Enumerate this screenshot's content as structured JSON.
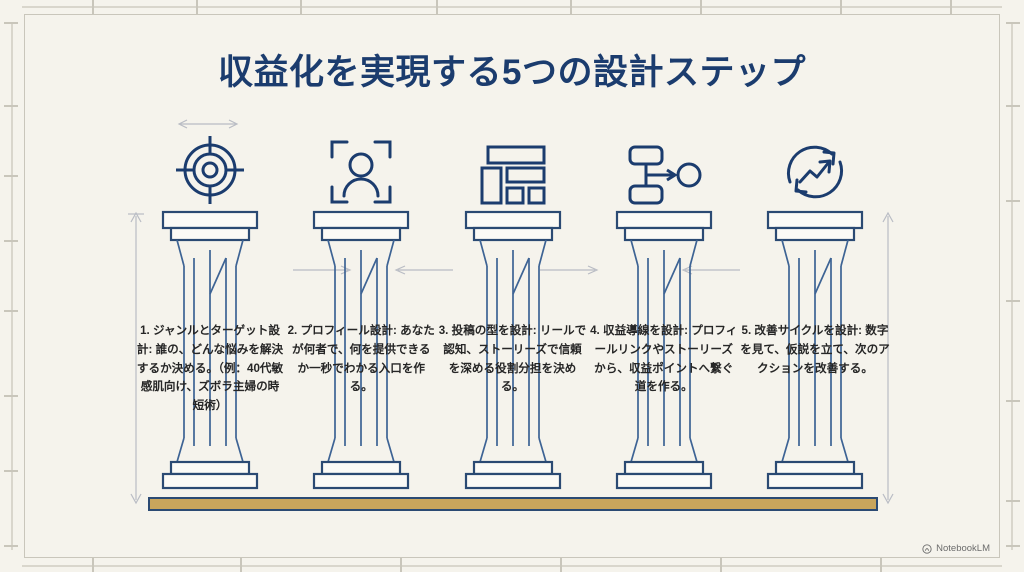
{
  "page": {
    "title": "収益化を実現する5つの設計ステップ",
    "background_color": "#f5f3ec",
    "accent_color": "#1b3c6e",
    "ground_color": "#c9a55c",
    "frame_color": "#c9c6bb"
  },
  "columns": [
    {
      "number": "1.",
      "icon": "target-crosshair-icon",
      "heading": "1. ジャンルとターゲット設計:",
      "body": "誰の、どんな悩みを解決するか決める。（例：40代敏感肌向け、ズボラ主婦の時短術）",
      "full_text": "1. ジャンルとターゲット設計: 誰の、どんな悩みを解決するか決める。（例：40代敏感肌向け、ズボラ主婦の時短術）"
    },
    {
      "number": "2.",
      "icon": "person-frame-icon",
      "heading": "2. プロフィール設計:",
      "body": "あなたが何者で、何を提供できるか一秒でわかる入口を作る。",
      "full_text": "2. プロフィール設計: あなたが何者で、何を提供できるか一秒でわかる入口を作る。"
    },
    {
      "number": "3.",
      "icon": "layout-wireframe-icon",
      "heading": "3. 投稿の型を設計:",
      "body": "リールで認知、ストーリーズで信頼を深める役割分担を決める。",
      "full_text": "3. 投稿の型を設計: リールで認知、ストーリーズで信頼を深める役割分担を決める。"
    },
    {
      "number": "4.",
      "icon": "flow-diagram-icon",
      "heading": "4. 収益導線を設計:",
      "body": "プロフィールリンクやストーリーズから、収益ポイントへ繋ぐ道を作る。",
      "full_text": "4. 収益導線を設計: プロフィールリンクやストーリーズから、収益ポイントへ繋ぐ道を作る。"
    },
    {
      "number": "5.",
      "icon": "refresh-cycle-trend-icon",
      "heading": "5. 改善サイクルを設計:",
      "body": "数字を見て、仮説を立て、次のアクションを改善する。",
      "full_text": "5. 改善サイクルを設計: 数字を見て、仮説を立て、次のアクションを改善する。"
    }
  ],
  "watermark": {
    "label": "NotebookLM"
  }
}
